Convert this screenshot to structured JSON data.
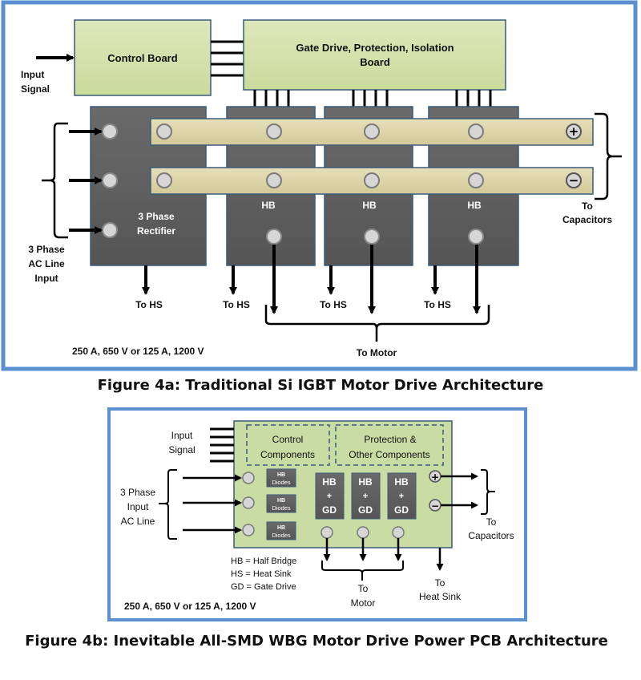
{
  "colors": {
    "frame_border": "#5b8fd0",
    "board_fill": "#d4e2ad",
    "board_border": "#3b5a7a",
    "module_fill": "#5e5e5e",
    "busbar_fill": "#ddd5a8",
    "terminal_fill": "#d6d6d6",
    "pcb_fill": "#c9dca4"
  },
  "figure_a": {
    "caption": "Figure 4a: Traditional Si IGBT Motor Drive Architecture",
    "control_board": "Control Board",
    "gate_board_line1": "Gate Drive, Protection,  Isolation",
    "gate_board_line2": "Board",
    "input_signal_line1": "Input",
    "input_signal_line2": "Signal",
    "ac_input_line1": "3 Phase",
    "ac_input_line2": "AC Line",
    "ac_input_line3": "Input",
    "rectifier_line1": "3 Phase",
    "rectifier_line2": "Rectifier",
    "hb_labels": [
      "HB",
      "HB",
      "HB"
    ],
    "busbar_plus": "+",
    "busbar_minus": "−",
    "to_hs_labels": [
      "To HS",
      "To HS",
      "To HS",
      "To HS"
    ],
    "to_motor": "To  Motor",
    "to_capacitors_line1": "To",
    "to_capacitors_line2": "Capacitors",
    "rating": "250 A, 650 V  or 125 A,  1200 V"
  },
  "figure_b": {
    "caption": "Figure 4b: Inevitable All-SMD WBG Motor Drive Power PCB Architecture",
    "input_signal_line1": "Input",
    "input_signal_line2": "Signal",
    "control_line1": "Control",
    "control_line2": "Components",
    "protection_line1": "Protection &",
    "protection_line2": "Other Components",
    "ac_input_line1": "3 Phase",
    "ac_input_line2": "Input",
    "ac_input_line3": "AC Line",
    "diodes": [
      {
        "line1": "HB",
        "line2": "Diodes"
      },
      {
        "line1": "HB",
        "line2": "Diodes"
      },
      {
        "line1": "HB",
        "line2": "Diodes"
      }
    ],
    "hbgd": [
      {
        "line1": "HB",
        "line2": "+",
        "line3": "GD"
      },
      {
        "line1": "HB",
        "line2": "+",
        "line3": "GD"
      },
      {
        "line1": "HB",
        "line2": "+",
        "line3": "GD"
      }
    ],
    "plus": "+",
    "minus": "−",
    "to_capacitors_line1": "To",
    "to_capacitors_line2": "Capacitors",
    "to_motor_line1": "To",
    "to_motor_line2": "Motor",
    "to_heatsink_line1": "To",
    "to_heatsink_line2": "Heat Sink",
    "legend": [
      "HB = Half Bridge",
      "HS = Heat Sink",
      "GD = Gate Drive"
    ],
    "rating": "250 A, 650 V or 125 A, 1200 V"
  }
}
